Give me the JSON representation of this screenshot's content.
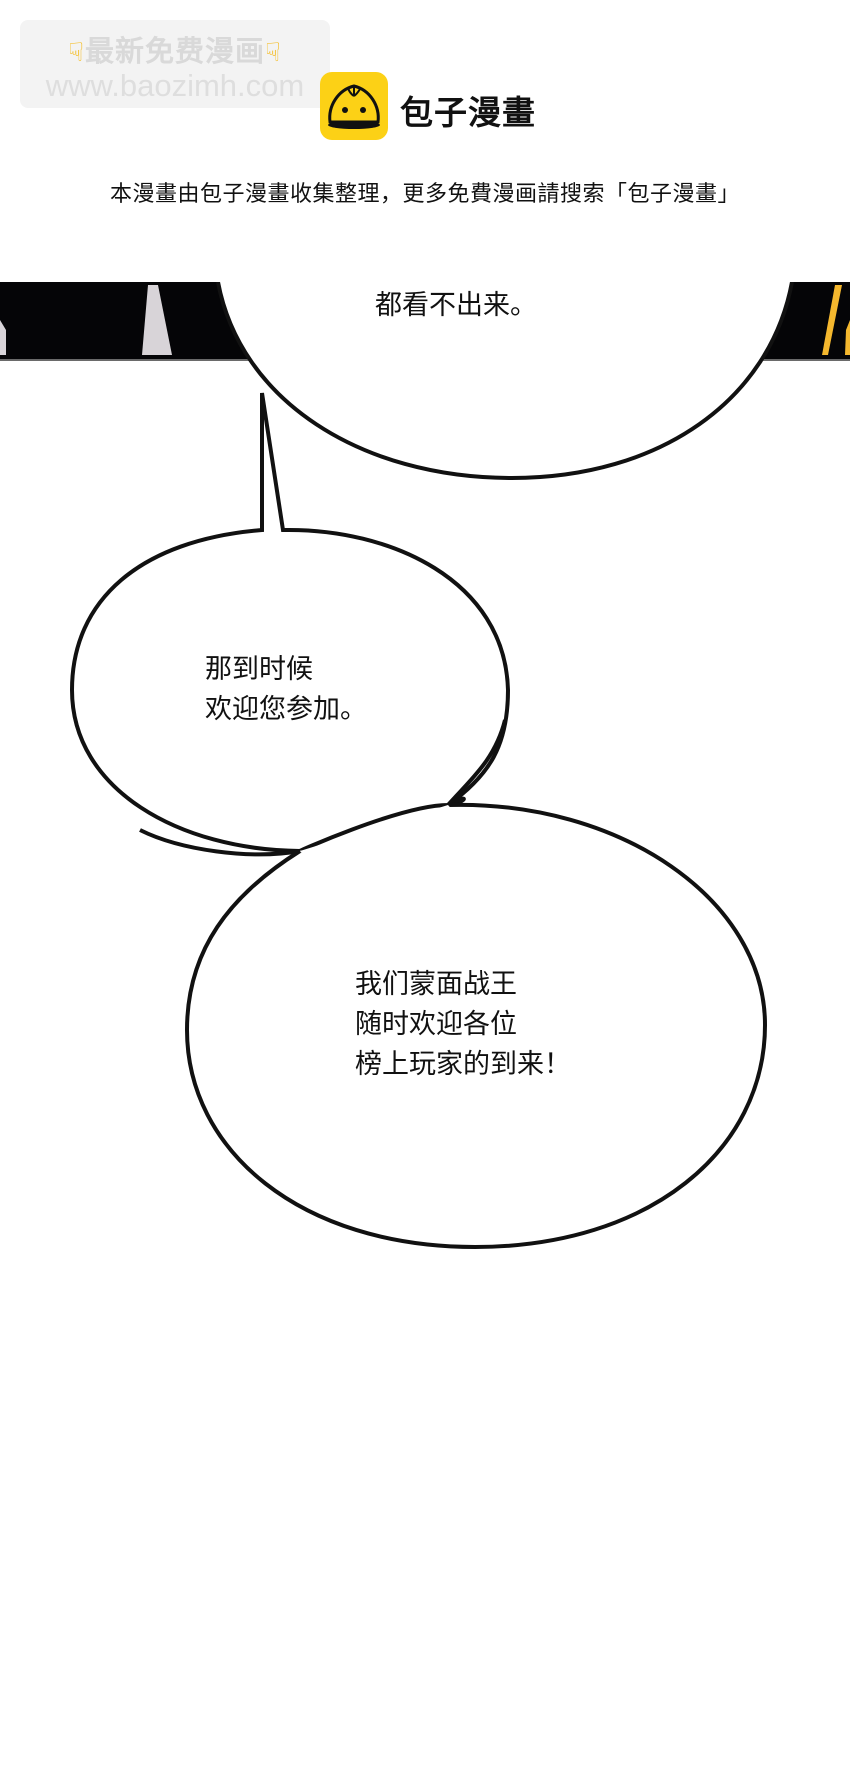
{
  "watermark": {
    "line1": "最新免费漫画",
    "hand_icon": "pointing-down-hand-icon",
    "line2": "www.baozimh.com"
  },
  "brand": {
    "logo_icon": "baozi-bun-icon",
    "title": "包子漫畫",
    "accent_color": "#fcd116"
  },
  "notice": {
    "text": "本漫畫由包子漫畫收集整理，更多免費漫画請搜索「包子漫畫」"
  },
  "panel": {
    "strip_color": "#050507",
    "bubbles": [
      {
        "lines": [
          "都看不出来。"
        ]
      },
      {
        "lines": [
          "那到时候",
          "欢迎您参加。"
        ]
      },
      {
        "lines": [
          "我们蒙面战王",
          "随时欢迎各位",
          "榜上玩家的到来！"
        ]
      }
    ]
  }
}
